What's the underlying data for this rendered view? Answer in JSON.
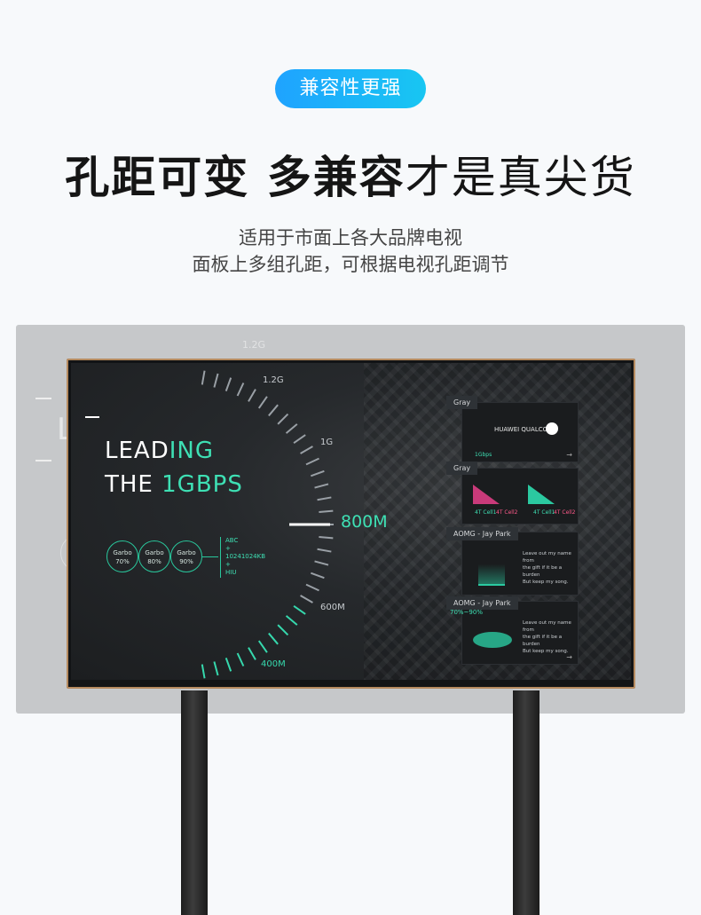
{
  "badge": "兼容性更强",
  "headline": {
    "bold": "孔距可变 多兼容",
    "light": "才是真尖货"
  },
  "subtitle": {
    "line1": "适用于市面上各大品牌电视",
    "line2": "面板上多组孔距，可根据电视孔距调节"
  },
  "screen": {
    "lead_line1": {
      "white": "LEAD",
      "green": "ING"
    },
    "lead_line2": {
      "white": "THE ",
      "green": "1GBPS"
    },
    "rings": [
      {
        "name": "Garbo",
        "value": "70%"
      },
      {
        "name": "Garbo",
        "value": "80%"
      },
      {
        "name": "Garbo",
        "value": "90%"
      }
    ],
    "mini_list": [
      "ABC",
      "+",
      "10241024KB",
      "+",
      "HIU"
    ],
    "gauge": {
      "top": "1.2G",
      "upper": "1G",
      "mid": "800M",
      "lower": "600M",
      "bottom": "400M"
    },
    "cards": [
      {
        "tag": "Gray",
        "brands": "HUAWEI  QUALCOMM",
        "speed": "1Gbps"
      },
      {
        "tag": "Gray",
        "cell1": "4T Cell1",
        "cell2": "4T Cell2"
      },
      {
        "tag": "AOMG - Jay Park",
        "text": [
          "Leave out my name from",
          "the gift if it be a burden",
          "But keep my song."
        ]
      },
      {
        "tag": "AOMG - Jay Park",
        "range": "70%~90%",
        "text": [
          "Leave out my name from",
          "the gift if it be a burden",
          "But keep my song."
        ]
      }
    ]
  },
  "panel_ghost": {
    "top": "1.2G",
    "side": "L"
  },
  "colors": {
    "accent": "#1fa3ff",
    "screen_green": "#3ee0b4",
    "frame": "#b58a5f"
  }
}
